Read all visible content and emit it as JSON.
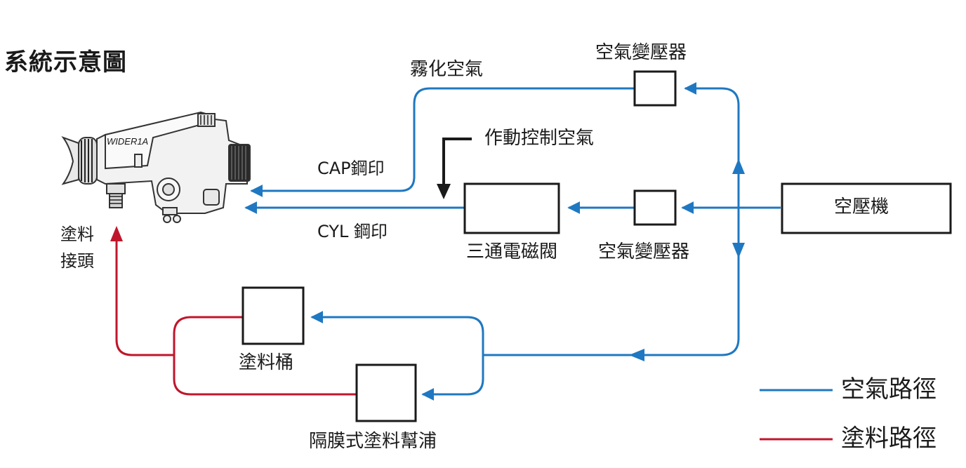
{
  "title": "系統示意圖",
  "gun": {
    "model": "WIDER1A",
    "paint_inlet_label": [
      "塗料",
      "接頭"
    ],
    "cap_seal_label": "CAP鋼印",
    "cyl_seal_label": "CYL 鋼印"
  },
  "air_flows": {
    "atomizing_air": "霧化空氣",
    "actuation_control_air": "作動控制空氣"
  },
  "components": {
    "regulator_top": "空氣變壓器",
    "regulator_mid": "空氣變壓器",
    "solenoid_valve": "三通電磁閥",
    "compressor": "空壓機",
    "paint_tank": "塗料桶",
    "diaphragm_pump": "隔膜式塗料幫浦"
  },
  "legend": {
    "air_path": "空氣路徑",
    "paint_path": "塗料路徑"
  },
  "colors": {
    "air": "#1f78c1",
    "paint": "#c0162b",
    "box_stroke": "#1a1a1a"
  }
}
